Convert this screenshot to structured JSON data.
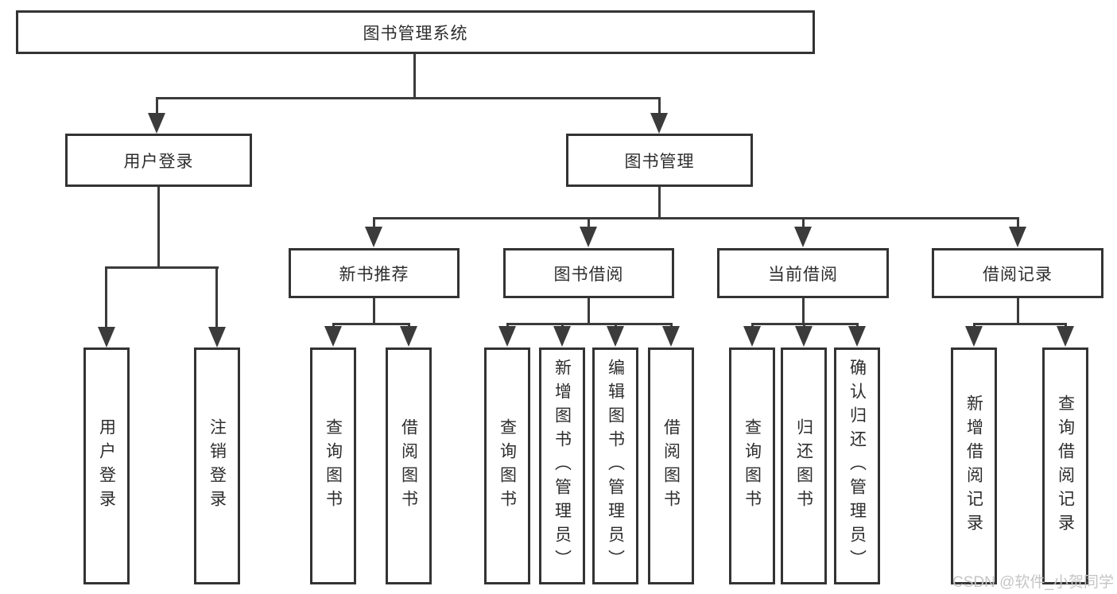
{
  "tree": {
    "root": {
      "label": "图书管理系统"
    },
    "level1": [
      {
        "label": "用户登录",
        "children": [
          {
            "label": "用户登录"
          },
          {
            "label": "注销登录"
          }
        ]
      },
      {
        "label": "图书管理",
        "children": [
          {
            "label": "新书推荐",
            "children": [
              {
                "label": "查询图书"
              },
              {
                "label": "借阅图书"
              }
            ]
          },
          {
            "label": "图书借阅",
            "children": [
              {
                "label": "查询图书"
              },
              {
                "label": "新增图书（管理员）"
              },
              {
                "label": "编辑图书（管理员）"
              },
              {
                "label": "借阅图书"
              }
            ]
          },
          {
            "label": "当前借阅",
            "children": [
              {
                "label": "查询图书"
              },
              {
                "label": "归还图书"
              },
              {
                "label": "确认归还（管理员）"
              }
            ]
          },
          {
            "label": "借阅记录",
            "children": [
              {
                "label": "新增借阅记录"
              },
              {
                "label": "查询借阅记录"
              }
            ]
          }
        ]
      }
    ]
  },
  "watermark": {
    "text": "CSDN @软件_小贺同学"
  },
  "colors": {
    "line": "#3b3b3b",
    "box_border": "#333333",
    "text": "#2d2d2d",
    "background": "#ffffff",
    "watermark": "#c5c5c5"
  }
}
